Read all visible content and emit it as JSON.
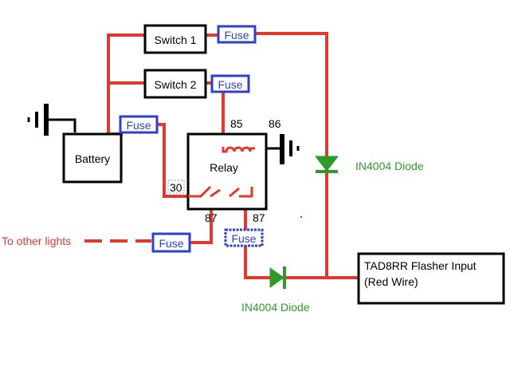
{
  "boxes": {
    "switch1": "Switch 1",
    "switch2": "Switch 2",
    "battery": "Battery",
    "relay": "Relay",
    "flasher_line1": "TAD8RR Flasher Input",
    "flasher_line2": "(Red Wire)"
  },
  "fuses": {
    "switch1": "Fuse",
    "switch2": "Fuse",
    "battery": "Fuse",
    "other_lights": "Fuse",
    "relay87": "Fuse"
  },
  "pins": {
    "p85": "85",
    "p86": "86",
    "p30": "30",
    "p87_left": "87",
    "p87_right": "87"
  },
  "labels": {
    "other_lights": "To other lights",
    "diode_vertical": "IN4004 Diode",
    "diode_horizontal": "IN4004 Diode"
  },
  "colors": {
    "wire": "#e03a2e",
    "fuse_border": "#2d3fd0",
    "fuse_text": "#2d3fd0",
    "diode": "#2f9a2a",
    "box_border": "#000000"
  }
}
